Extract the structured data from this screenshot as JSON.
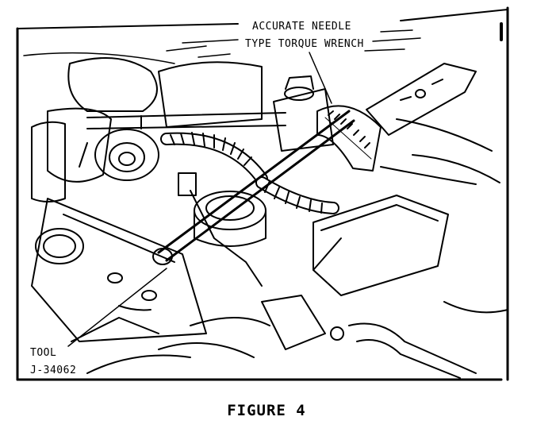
{
  "callouts": {
    "wrench_line1": "ACCURATE NEEDLE",
    "wrench_line2": "TYPE TORQUE WRENCH",
    "tool_line1": "TOOL",
    "tool_line2": "J-34062"
  },
  "caption": "FIGURE 4",
  "colors": {
    "ink": "#000000",
    "paper": "#ffffff"
  }
}
